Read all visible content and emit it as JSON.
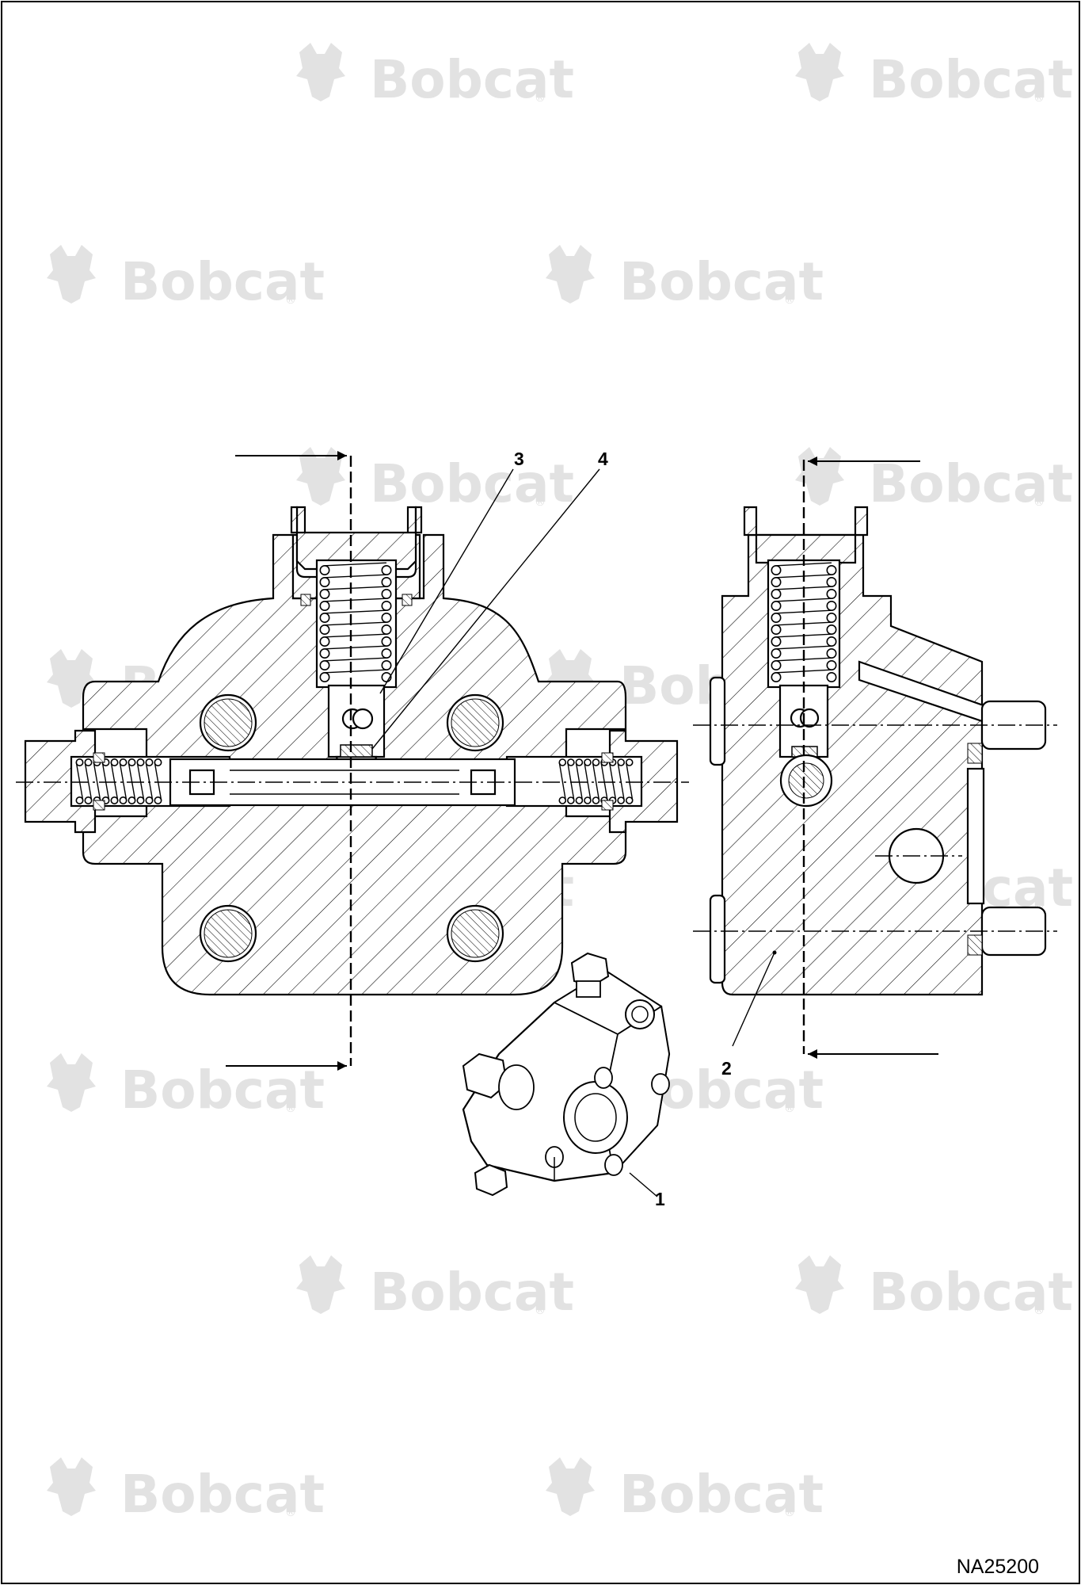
{
  "watermark": {
    "brand": "Bobcat",
    "registered": "®"
  },
  "callouts": [
    {
      "id": "1",
      "label": "1"
    },
    {
      "id": "2",
      "label": "2"
    },
    {
      "id": "3",
      "label": "3"
    },
    {
      "id": "4",
      "label": "4"
    }
  ],
  "figure_id": "NA25200"
}
